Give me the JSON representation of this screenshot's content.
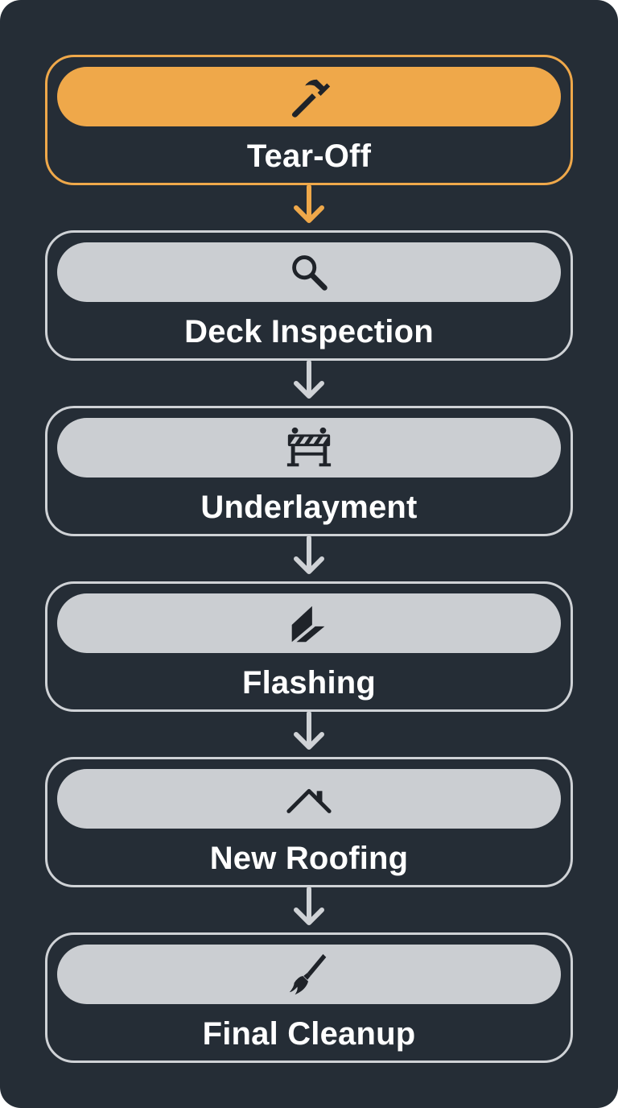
{
  "colors": {
    "background": "#252d36",
    "accent": "#efa84a",
    "inactive_fill": "#cbced2",
    "inactive_border": "#cfd2d6",
    "text": "#ffffff"
  },
  "steps": [
    {
      "label": "Tear-Off",
      "icon": "hammer-icon",
      "active": true
    },
    {
      "label": "Deck Inspection",
      "icon": "magnifier-icon",
      "active": false
    },
    {
      "label": "Underlayment",
      "icon": "barrier-icon",
      "active": false
    },
    {
      "label": "Flashing",
      "icon": "angle-flashing-icon",
      "active": false
    },
    {
      "label": "New Roofing",
      "icon": "roof-icon",
      "active": false
    },
    {
      "label": "Final Cleanup",
      "icon": "broom-icon",
      "active": false
    }
  ]
}
